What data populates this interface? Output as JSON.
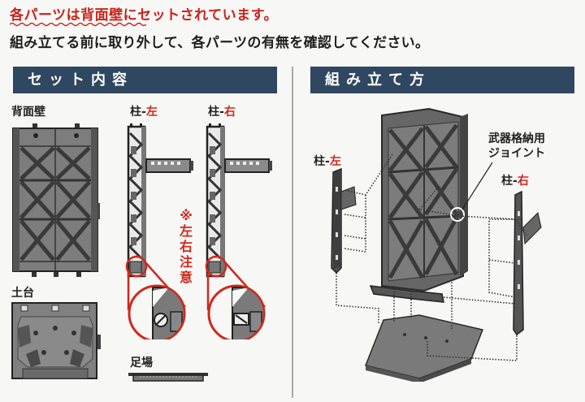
{
  "header": {
    "headline": "各パーツは背面壁にセットされています。",
    "instruction": "組み立てる前に取り外して、各パーツの有無を確認してください。"
  },
  "set_contents": {
    "title": "セット内容",
    "parts": {
      "back_wall": "背面壁",
      "pillar_left_prefix": "柱-",
      "pillar_left_side": "左",
      "pillar_right_prefix": "柱-",
      "pillar_right_side": "右",
      "base": "土台",
      "scaffold": "足場"
    },
    "caution": {
      "mark": "※",
      "text": [
        "左",
        "右",
        "注",
        "意"
      ]
    }
  },
  "assembly": {
    "title": "組み立て方",
    "labels": {
      "pillar_left_prefix": "柱-",
      "pillar_left_side": "左",
      "pillar_right_prefix": "柱-",
      "pillar_right_side": "右",
      "weapon_joint_line1": "武器格納用",
      "weapon_joint_line2": "ジョイント"
    }
  },
  "colors": {
    "accent_red": "#d0281c",
    "section_bar": "#2f4760",
    "part_gray": "#7a7a7a",
    "part_dark": "#2a2a2a",
    "background": "#f7f7f6"
  }
}
